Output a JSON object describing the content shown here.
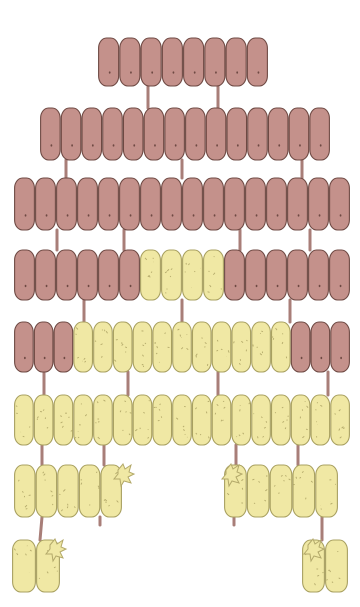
{
  "colors": {
    "background": "#ffffff",
    "healthy_fill": "#c4918b",
    "healthy_stroke": "#6e4943",
    "affected_fill": "#f0e8a4",
    "affected_stroke": "#a8a060",
    "connector": "#a87e78",
    "speckle": "#b3a96a",
    "nucleus": "#6e4943"
  },
  "legend": [],
  "rows": [
    {
      "id": "row-1",
      "cells": [
        "healthy",
        "healthy",
        "healthy",
        "healthy",
        "healthy",
        "healthy",
        "healthy",
        "healthy"
      ]
    },
    {
      "id": "row-2",
      "cells": [
        "healthy",
        "healthy",
        "healthy",
        "healthy",
        "healthy",
        "healthy",
        "healthy",
        "healthy",
        "healthy",
        "healthy",
        "healthy",
        "healthy",
        "healthy",
        "healthy"
      ]
    },
    {
      "id": "row-3",
      "cells": [
        "healthy",
        "healthy",
        "healthy",
        "healthy",
        "healthy",
        "healthy",
        "healthy",
        "healthy",
        "healthy",
        "healthy",
        "healthy",
        "healthy",
        "healthy",
        "healthy",
        "healthy",
        "healthy"
      ]
    },
    {
      "id": "row-4",
      "cells": [
        "healthy",
        "healthy",
        "healthy",
        "healthy",
        "healthy",
        "healthy",
        "affected",
        "affected",
        "affected",
        "affected",
        "healthy",
        "healthy",
        "healthy",
        "healthy",
        "healthy",
        "healthy"
      ]
    },
    {
      "id": "row-5",
      "cells": [
        "healthy",
        "healthy",
        "healthy",
        "affected",
        "affected",
        "affected",
        "affected",
        "affected",
        "affected",
        "affected",
        "affected",
        "affected",
        "affected",
        "affected",
        "healthy",
        "healthy",
        "healthy"
      ]
    },
    {
      "id": "row-6",
      "cells": [
        "affected",
        "affected",
        "affected",
        "affected",
        "affected",
        "affected",
        "affected",
        "affected",
        "affected",
        "affected",
        "affected",
        "affected",
        "affected",
        "affected",
        "affected",
        "affected",
        "affected"
      ]
    },
    {
      "id": "row-7-left",
      "cells": [
        "affected",
        "affected",
        "affected",
        "affected",
        "affected"
      ]
    },
    {
      "id": "row-7-right",
      "cells": [
        "affected",
        "affected",
        "affected",
        "affected",
        "affected"
      ]
    },
    {
      "id": "row-8-left",
      "cells": [
        "affected",
        "affected"
      ]
    },
    {
      "id": "row-8-right",
      "cells": [
        "affected",
        "affected"
      ]
    }
  ]
}
